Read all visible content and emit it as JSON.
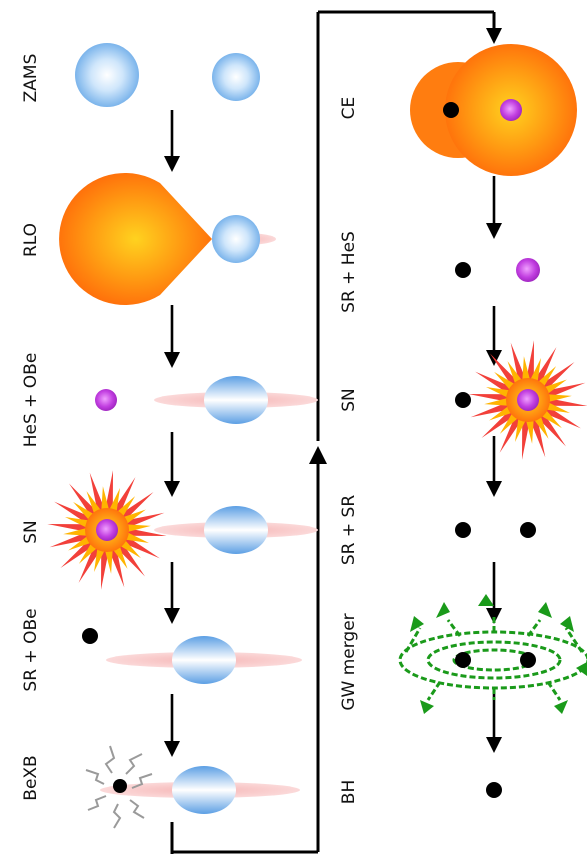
{
  "colors": {
    "ms_star": "#7ab8ee",
    "donor_outer": "#ff7a10",
    "donor_inner": "#ffc21a",
    "helium_star": "#c13ee0",
    "decretion_disk": "#f7c3c3",
    "compact_object": "#000000",
    "sn_spikes_outer": "#f2403a",
    "sn_spikes_inner": "#ffb400",
    "gw_waves": "#1a9a1a",
    "xray_flash": "#9a9a9a"
  },
  "left_column": {
    "stages": [
      {
        "label": "ZAMS",
        "icons": [
          "ms-star-icon",
          "ms-star-icon"
        ]
      },
      {
        "label": "RLO",
        "icons": [
          "roche-lobe-donor-icon",
          "ms-star-icon",
          "accretion-disk-icon"
        ]
      },
      {
        "label": "HeS + OBe",
        "icons": [
          "helium-star-icon",
          "be-star-icon"
        ]
      },
      {
        "label": "SN",
        "icons": [
          "supernova-icon",
          "be-star-icon"
        ]
      },
      {
        "label": "SR + OBe",
        "icons": [
          "compact-object-icon",
          "be-star-icon"
        ]
      },
      {
        "label": "BeXB",
        "icons": [
          "xray-flash-icon",
          "compact-object-icon",
          "be-star-icon"
        ]
      }
    ]
  },
  "right_column": {
    "stages": [
      {
        "label": "CE",
        "icons": [
          "common-envelope-icon",
          "compact-object-icon",
          "helium-core-icon"
        ]
      },
      {
        "label": "SR + HeS",
        "icons": [
          "compact-object-icon",
          "helium-star-icon"
        ]
      },
      {
        "label": "SN",
        "icons": [
          "compact-object-icon",
          "supernova-icon"
        ]
      },
      {
        "label": "SR + SR",
        "icons": [
          "compact-object-icon",
          "compact-object-icon"
        ]
      },
      {
        "label": "GW merger",
        "icons": [
          "gw-waves-icon",
          "compact-object-icon",
          "compact-object-icon"
        ]
      },
      {
        "label": "BH",
        "icons": [
          "compact-object-icon"
        ]
      }
    ]
  }
}
